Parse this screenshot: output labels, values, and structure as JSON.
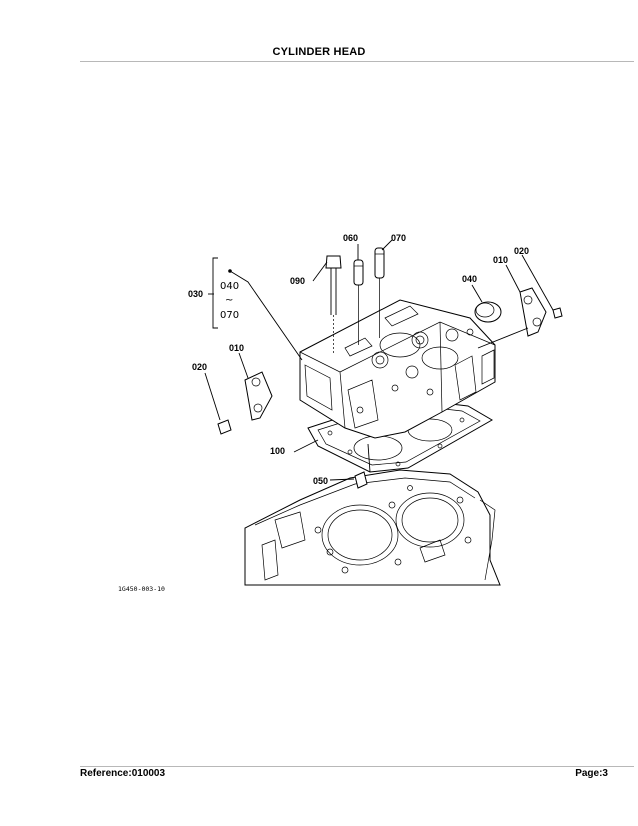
{
  "header": {
    "title": "CYLINDER HEAD"
  },
  "diagram": {
    "callouts": [
      "060",
      "070",
      "090",
      "030",
      "040",
      "010",
      "020",
      "100",
      "050"
    ],
    "range_top": "040",
    "range_sep": "~",
    "range_bottom": "070",
    "figure_code": "1G450-003-10"
  },
  "footer": {
    "reference": "Reference:010003",
    "page": "Page:3"
  }
}
